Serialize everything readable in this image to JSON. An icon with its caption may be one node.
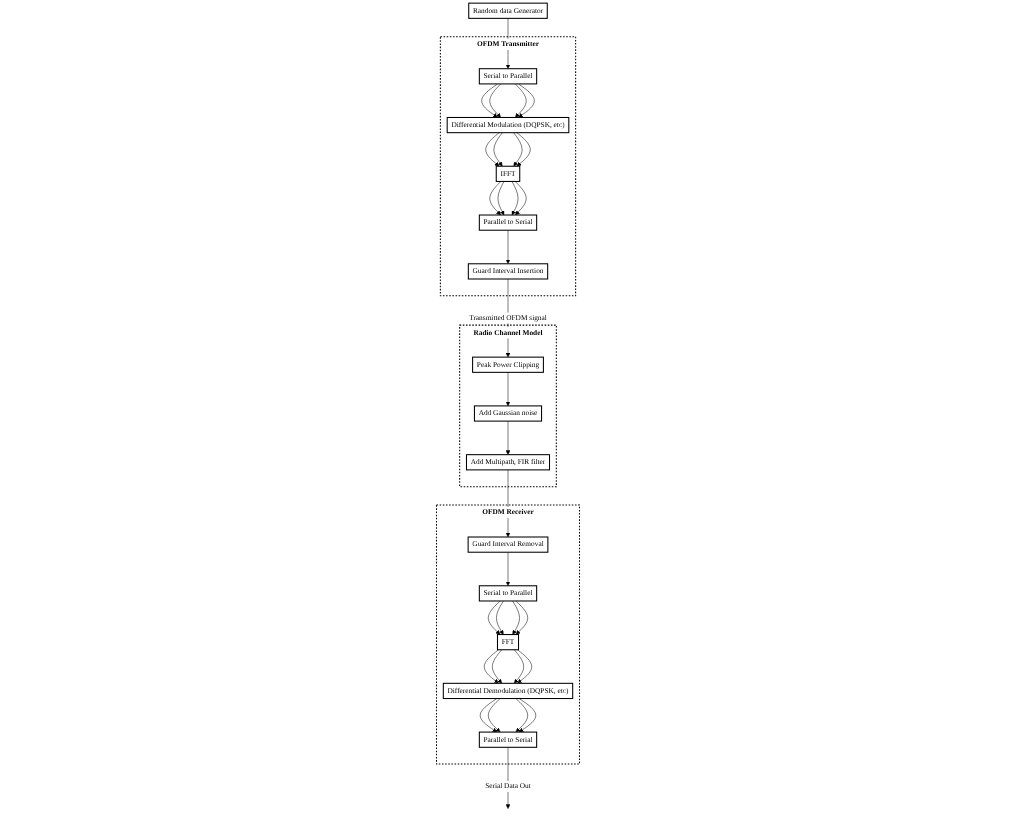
{
  "diagram": {
    "nodes": [
      {
        "text": [
          "Random data Generator"
        ]
      },
      {
        "text": [
          "OFDM Transmitter"
        ]
      },
      {
        "text": [
          "Serial to Parallel"
        ],
        "in": 1
      },
      {
        "text": [
          "Differential Modulation (DQPSK, etc)"
        ],
        "in": 1
      },
      {
        "text": [
          "IFFT"
        ],
        "in": 1
      },
      {
        "text": [
          "Parallel to Serial"
        ],
        "in": 1
      },
      {
        "text": [
          "Guard Interval Insertion"
        ],
        "in": 1
      },
      {
        "text": [
          "Radio Channel Model"
        ]
      },
      {
        "text": [
          "Peak Power Clipping"
        ],
        "in": 7
      },
      {
        "text": [
          "Add Gaussian noise"
        ],
        "in": 7
      },
      {
        "text": [
          "Add Multipath, FIR filter"
        ],
        "in": 7
      },
      {
        "text": [
          "OFDM Receiver"
        ]
      },
      {
        "text": [
          "Guard Interval Removal"
        ],
        "in": 11
      },
      {
        "text": [
          "Serial to Parallel"
        ],
        "in": 11
      },
      {
        "text": [
          "FFT"
        ],
        "in": 11
      },
      {
        "text": [
          "Differential Demodulation (DQPSK, etc)"
        ],
        "in": 11
      },
      {
        "text": [
          "Parallel to Serial"
        ],
        "in": 11
      }
    ],
    "edges": [
      {
        "from": 0,
        "to": 2,
        "arrow": "to"
      },
      {
        "from": 2,
        "to": 3,
        "arrow": "to"
      },
      {
        "from": 2,
        "to": 3,
        "arrow": "to"
      },
      {
        "from": 2,
        "to": 3,
        "arrow": "to"
      },
      {
        "from": 2,
        "to": 3,
        "arrow": "to"
      },
      {
        "from": 3,
        "to": 4,
        "arrow": "to"
      },
      {
        "from": 3,
        "to": 4,
        "arrow": "to"
      },
      {
        "from": 3,
        "to": 4,
        "arrow": "to"
      },
      {
        "from": 3,
        "to": 4,
        "arrow": "to"
      },
      {
        "from": 4,
        "to": 5,
        "arrow": "to"
      },
      {
        "from": 4,
        "to": 5,
        "arrow": "to"
      },
      {
        "from": 4,
        "to": 5,
        "arrow": "to"
      },
      {
        "from": 4,
        "to": 5,
        "arrow": "to"
      },
      {
        "from": 5,
        "to": 6,
        "arrow": "to"
      },
      {
        "from": 6,
        "to": 8,
        "arrow": "to",
        "label": "Transmitted OFDM signal"
      },
      {
        "from": 8,
        "to": 9,
        "arrow": "to"
      },
      {
        "from": 9,
        "to": 10,
        "arrow": "to"
      },
      {
        "from": 10,
        "to": 12,
        "arrow": "to"
      },
      {
        "from": 12,
        "to": 13,
        "arrow": "to"
      },
      {
        "from": 13,
        "to": 14,
        "arrow": "to"
      },
      {
        "from": 13,
        "to": 14,
        "arrow": "to"
      },
      {
        "from": 13,
        "to": 14,
        "arrow": "to"
      },
      {
        "from": 13,
        "to": 14,
        "arrow": "to"
      },
      {
        "from": 14,
        "to": 15,
        "arrow": "to"
      },
      {
        "from": 14,
        "to": 15,
        "arrow": "to"
      },
      {
        "from": 14,
        "to": 15,
        "arrow": "to"
      },
      {
        "from": 14,
        "to": 15,
        "arrow": "to"
      },
      {
        "from": 15,
        "to": 16,
        "arrow": "to"
      },
      {
        "from": 15,
        "to": 16,
        "arrow": "to"
      },
      {
        "from": 15,
        "to": 16,
        "arrow": "to"
      },
      {
        "from": 15,
        "to": 16,
        "arrow": "to"
      },
      {
        "from": 16,
        "to": null,
        "arrow": "to",
        "label": "Serial Data Out"
      }
    ]
  }
}
